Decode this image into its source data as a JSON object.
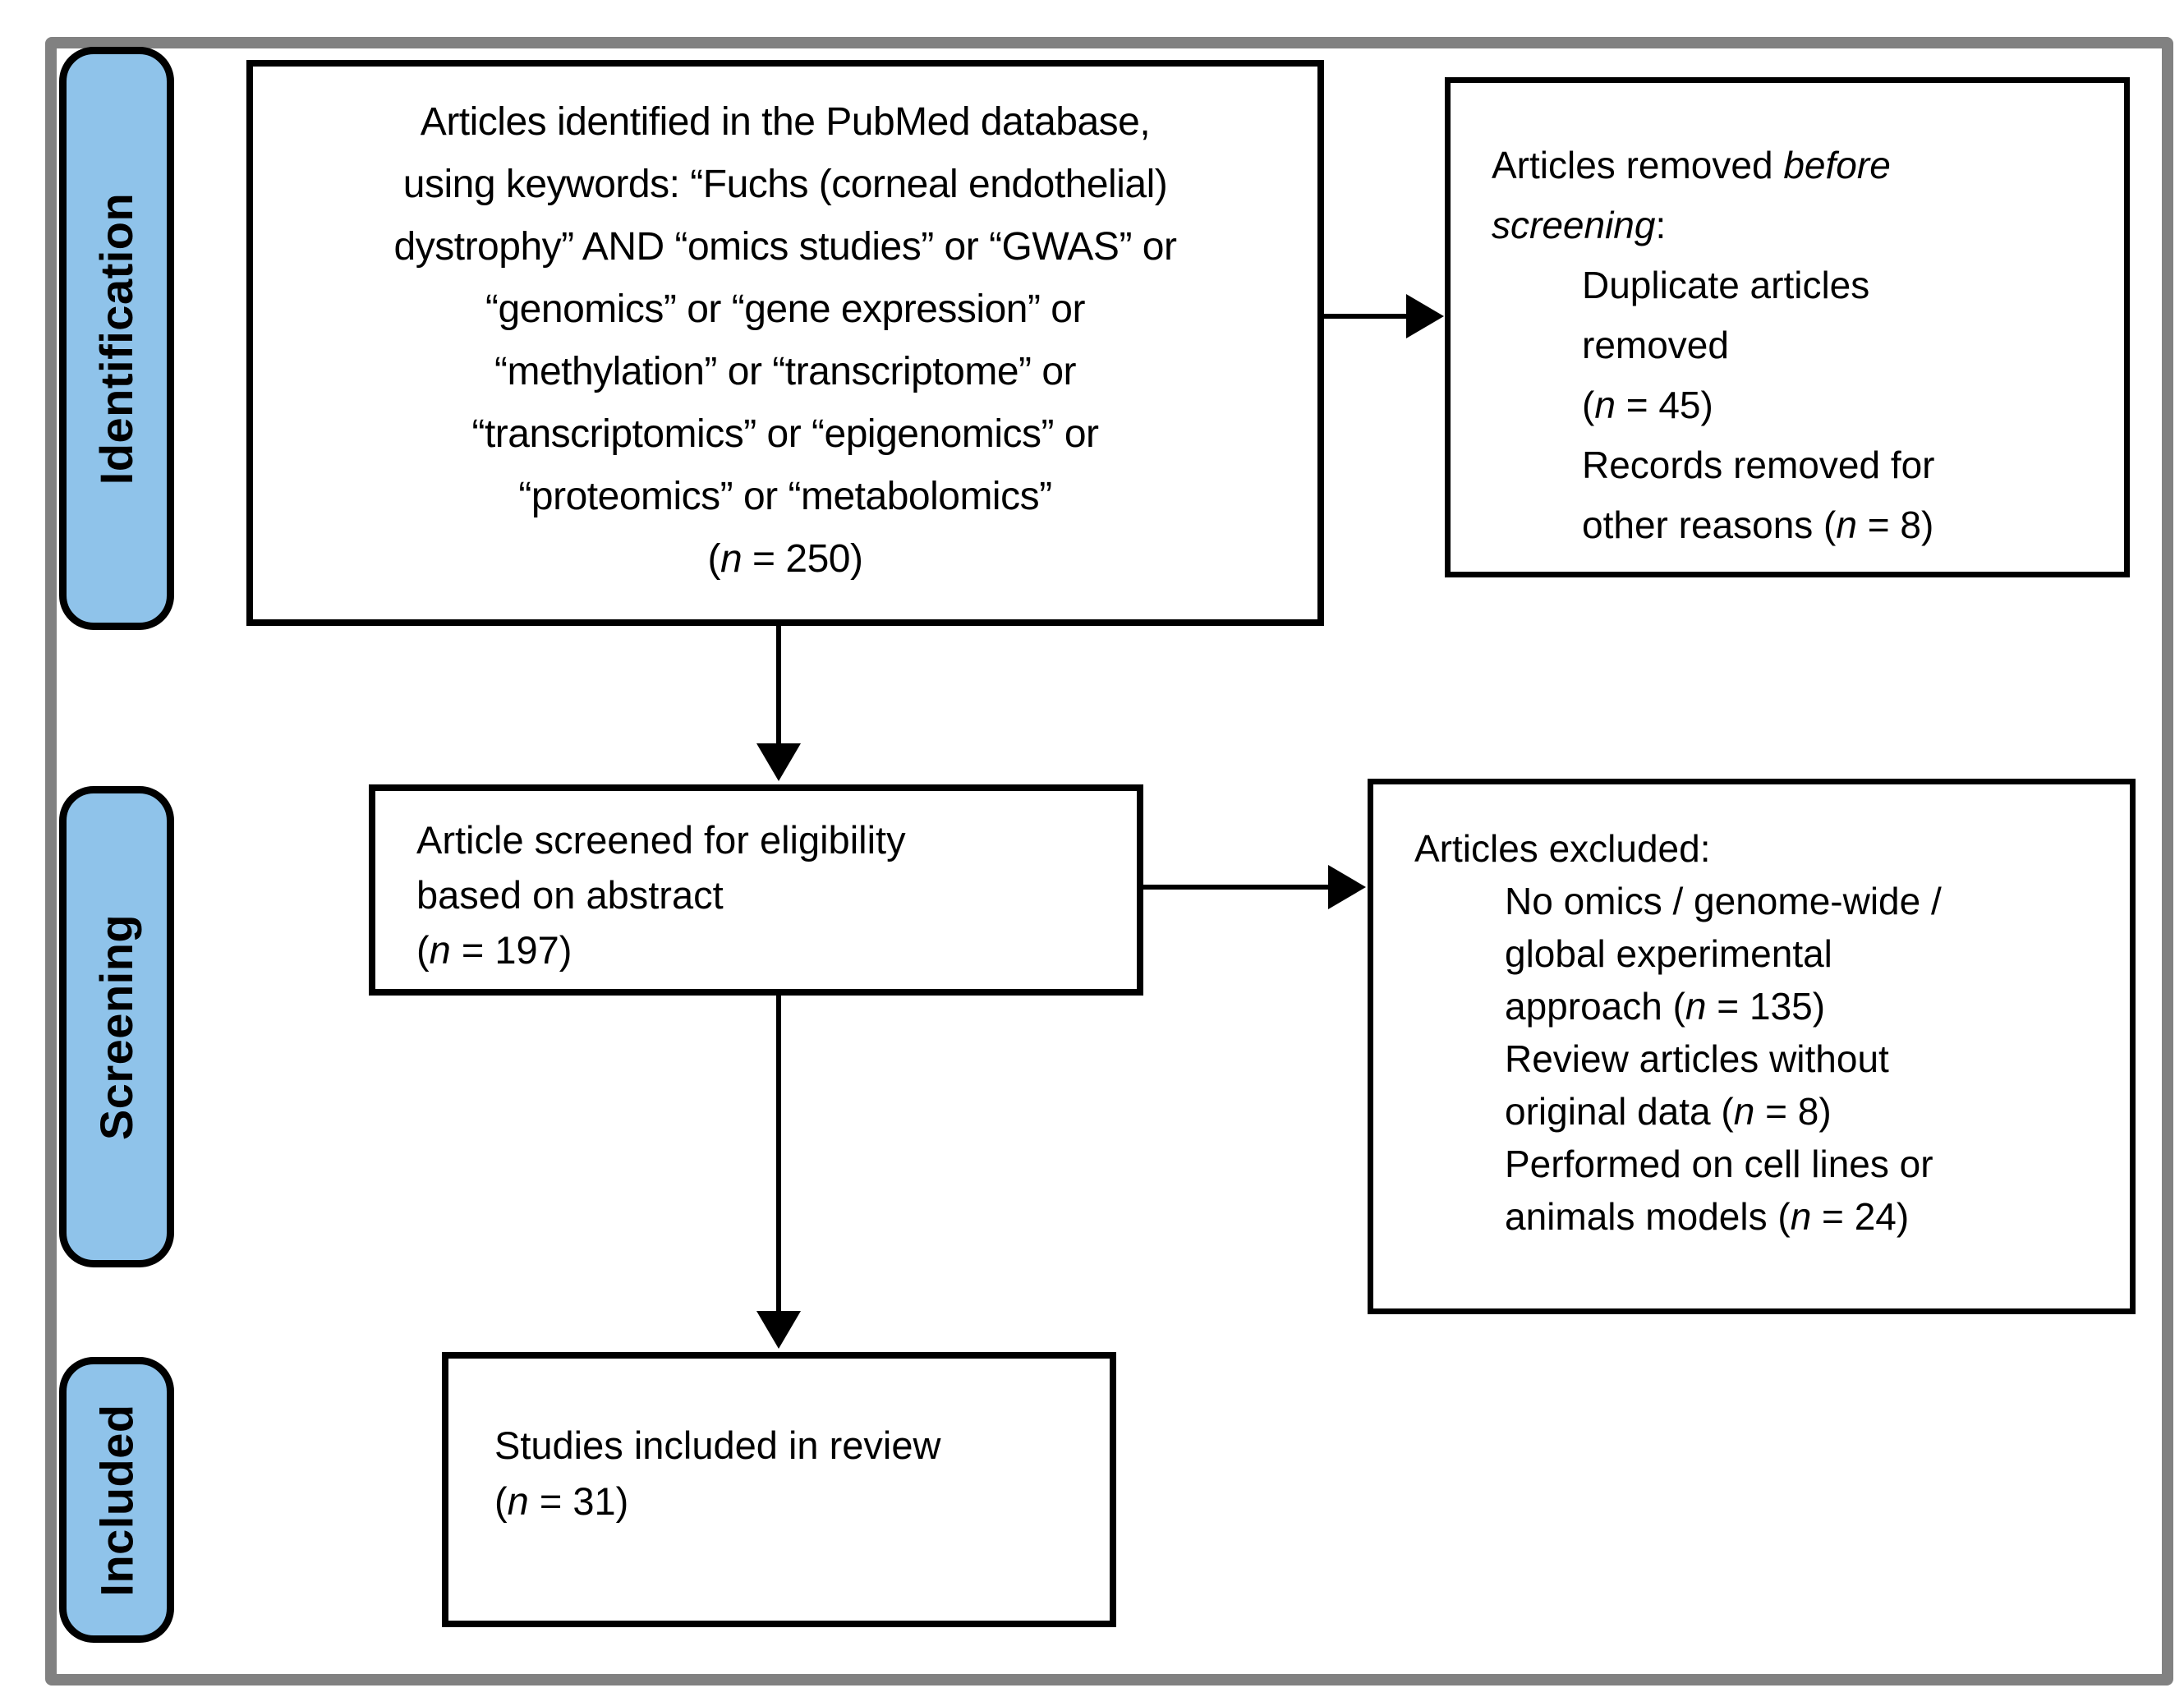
{
  "figure": {
    "type": "prisma-flow-diagram",
    "colors": {
      "stage_fill": "#8FC3EA",
      "box_border": "#000000",
      "frame_border": "#818181",
      "background": "#FFFFFF",
      "text": "#000000"
    }
  },
  "sidebar": {
    "labels": [
      {
        "text": "Identification"
      },
      {
        "text": "Screening"
      },
      {
        "text": "Included"
      }
    ]
  },
  "boxes": {
    "identified": {
      "lines": [
        {
          "seg": [
            {
              "t": "Articles identified in the PubMed database,"
            }
          ]
        },
        {
          "seg": [
            {
              "t": "using keywords: “Fuchs (corneal endothelial)"
            }
          ]
        },
        {
          "seg": [
            {
              "t": "dystrophy” AND “omics studies” or “GWAS” or"
            }
          ]
        },
        {
          "seg": [
            {
              "t": "“genomics” or “gene expression” or"
            }
          ]
        },
        {
          "seg": [
            {
              "t": "“methylation” or “transcriptome” or"
            }
          ]
        },
        {
          "seg": [
            {
              "t": "“transcriptomics” or “epigenomics” or"
            }
          ]
        },
        {
          "seg": [
            {
              "t": "“proteomics” or “metabolomics”"
            }
          ]
        },
        {
          "seg": [
            {
              "t": "("
            },
            {
              "t": "n",
              "i": true
            },
            {
              "t": " = 250)"
            }
          ]
        }
      ]
    },
    "removed_before_screening": {
      "lines": [
        {
          "seg": [
            {
              "t": "Articles removed "
            },
            {
              "t": "before",
              "i": true
            }
          ]
        },
        {
          "seg": [
            {
              "t": "screening",
              "i": true
            },
            {
              "t": ":"
            }
          ]
        },
        {
          "ind": 1,
          "seg": [
            {
              "t": "Duplicate articles"
            }
          ]
        },
        {
          "ind": 1,
          "seg": [
            {
              "t": "removed"
            }
          ]
        },
        {
          "ind": 1,
          "seg": [
            {
              "t": "("
            },
            {
              "t": "n",
              "i": true
            },
            {
              "t": " = 45)"
            }
          ]
        },
        {
          "ind": 1,
          "seg": [
            {
              "t": "Records removed for"
            }
          ]
        },
        {
          "ind": 1,
          "seg": [
            {
              "t": "other reasons ("
            },
            {
              "t": "n",
              "i": true
            },
            {
              "t": " = 8)"
            }
          ]
        }
      ]
    },
    "screened": {
      "lines": [
        {
          "seg": [
            {
              "t": "Article screened for eligibility"
            }
          ]
        },
        {
          "seg": [
            {
              "t": "based on abstract"
            }
          ]
        },
        {
          "seg": [
            {
              "t": "("
            },
            {
              "t": "n",
              "i": true
            },
            {
              "t": " = 197)"
            }
          ]
        }
      ]
    },
    "excluded": {
      "lines": [
        {
          "seg": [
            {
              "t": "Articles excluded:"
            }
          ]
        },
        {
          "ind": 1,
          "seg": [
            {
              "t": "No omics / genome-wide /"
            }
          ]
        },
        {
          "ind": 1,
          "seg": [
            {
              "t": "global experimental"
            }
          ]
        },
        {
          "ind": 1,
          "seg": [
            {
              "t": "approach ("
            },
            {
              "t": "n",
              "i": true
            },
            {
              "t": " = 135)"
            }
          ]
        },
        {
          "ind": 1,
          "seg": [
            {
              "t": "Review articles without"
            }
          ]
        },
        {
          "ind": 1,
          "seg": [
            {
              "t": "original data ("
            },
            {
              "t": "n",
              "i": true
            },
            {
              "t": " = 8)"
            }
          ]
        },
        {
          "ind": 1,
          "seg": [
            {
              "t": "Performed on cell lines or"
            }
          ]
        },
        {
          "ind": 1,
          "seg": [
            {
              "t": "animals models ("
            },
            {
              "t": "n",
              "i": true
            },
            {
              "t": " = 24)"
            }
          ]
        }
      ]
    },
    "included": {
      "lines": [
        {
          "seg": [
            {
              "t": "Studies included in review"
            }
          ]
        },
        {
          "seg": [
            {
              "t": "("
            },
            {
              "t": "n",
              "i": true
            },
            {
              "t": " = 31)"
            }
          ]
        }
      ]
    }
  }
}
